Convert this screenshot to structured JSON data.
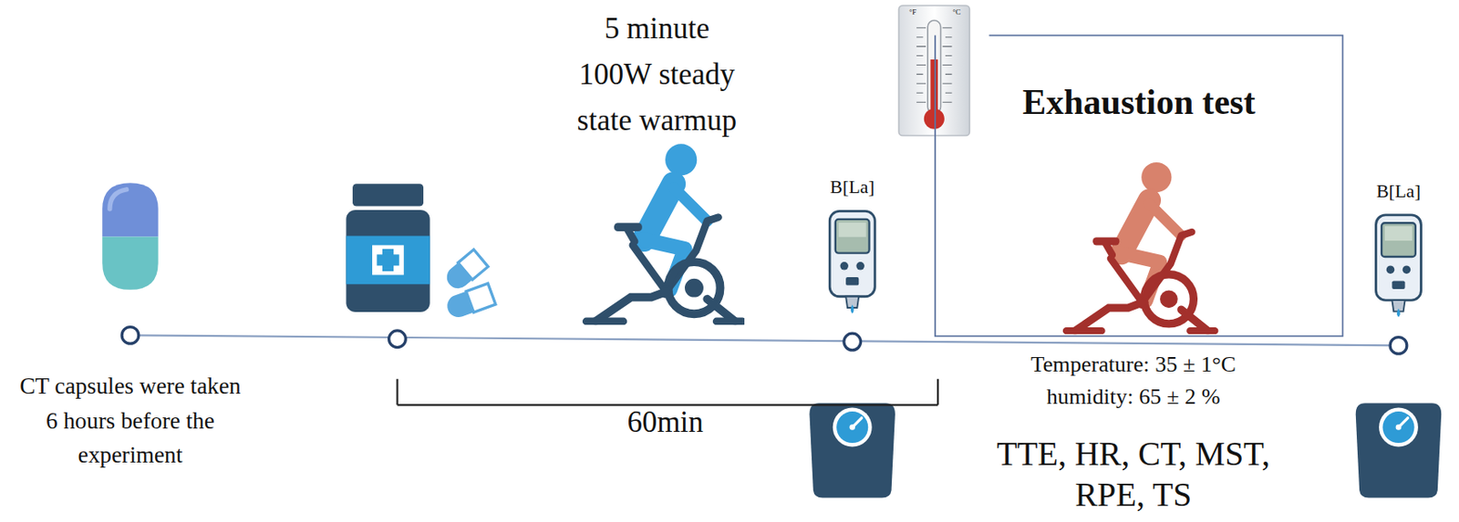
{
  "diagram": {
    "nodes": [
      {
        "text": [
          "Exhaustion test"
        ]
      }
    ],
    "labels": [
      "°F",
      "°C",
      "CT capsules were taken 6 hours before the experiment",
      "5 minute 100W steady state warmup",
      "B[La]",
      "60min",
      "Temperature: 35 ± 1°C",
      "humidity: 65 ± 2 %",
      "TTE, HR, CT, MST, RPE, TS",
      "B[La]"
    ]
  }
}
